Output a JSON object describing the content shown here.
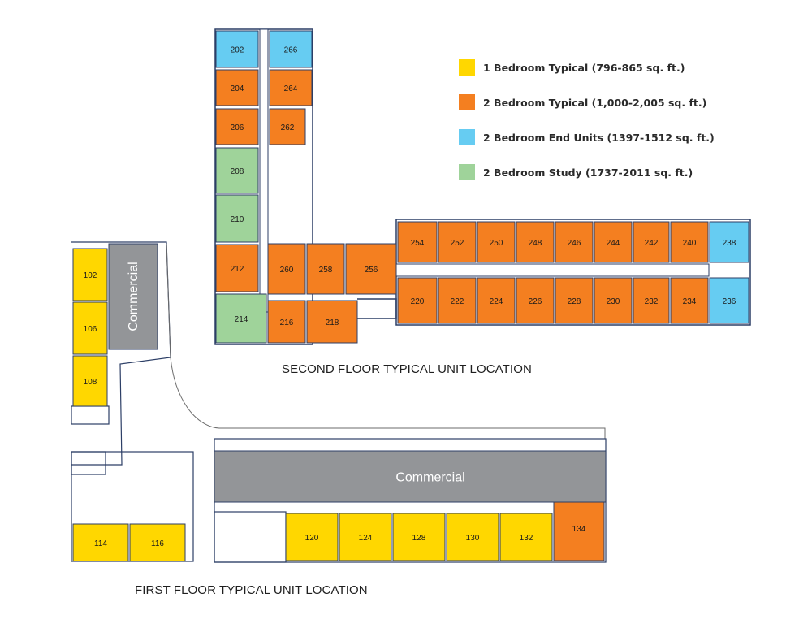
{
  "legend": [
    {
      "label": "1 Bedroom Typical (796-865 sq. ft.)",
      "color": "#ffd700"
    },
    {
      "label": "2 Bedroom Typical (1,000-2,005 sq. ft.)",
      "color": "#f47f20"
    },
    {
      "label": "2 Bedroom End Units (1397-1512 sq. ft.)",
      "color": "#66ccf2"
    },
    {
      "label": "2 Bedroom Study (1737-2011 sq. ft.)",
      "color": "#9fd39a"
    }
  ],
  "colors": {
    "one_bed": "#ffd700",
    "two_bed": "#f47f20",
    "end_unit": "#66ccf2",
    "study": "#9fd39a",
    "commercial": "#939598",
    "wall": "#2c3e66"
  },
  "second_floor": {
    "title": "SECOND FLOOR TYPICAL UNIT LOCATION",
    "units": [
      {
        "number": "202",
        "type": "end_unit"
      },
      {
        "number": "266",
        "type": "end_unit"
      },
      {
        "number": "204",
        "type": "two_bed"
      },
      {
        "number": "264",
        "type": "two_bed"
      },
      {
        "number": "206",
        "type": "two_bed"
      },
      {
        "number": "262",
        "type": "two_bed"
      },
      {
        "number": "208",
        "type": "study"
      },
      {
        "number": "210",
        "type": "study"
      },
      {
        "number": "212",
        "type": "two_bed"
      },
      {
        "number": "214",
        "type": "study"
      },
      {
        "number": "216",
        "type": "two_bed"
      },
      {
        "number": "218",
        "type": "two_bed"
      },
      {
        "number": "260",
        "type": "two_bed"
      },
      {
        "number": "258",
        "type": "two_bed"
      },
      {
        "number": "256",
        "type": "two_bed"
      },
      {
        "number": "254",
        "type": "two_bed"
      },
      {
        "number": "252",
        "type": "two_bed"
      },
      {
        "number": "250",
        "type": "two_bed"
      },
      {
        "number": "248",
        "type": "two_bed"
      },
      {
        "number": "246",
        "type": "two_bed"
      },
      {
        "number": "244",
        "type": "two_bed"
      },
      {
        "number": "242",
        "type": "two_bed"
      },
      {
        "number": "240",
        "type": "two_bed"
      },
      {
        "number": "238",
        "type": "end_unit"
      },
      {
        "number": "220",
        "type": "two_bed"
      },
      {
        "number": "222",
        "type": "two_bed"
      },
      {
        "number": "224",
        "type": "two_bed"
      },
      {
        "number": "226",
        "type": "two_bed"
      },
      {
        "number": "228",
        "type": "two_bed"
      },
      {
        "number": "230",
        "type": "two_bed"
      },
      {
        "number": "232",
        "type": "two_bed"
      },
      {
        "number": "234",
        "type": "two_bed"
      },
      {
        "number": "236",
        "type": "end_unit"
      }
    ]
  },
  "first_floor": {
    "title": "FIRST FLOOR TYPICAL UNIT LOCATION",
    "commercial_label": "Commercial",
    "units": [
      {
        "number": "102",
        "type": "one_bed"
      },
      {
        "number": "106",
        "type": "one_bed"
      },
      {
        "number": "108",
        "type": "one_bed"
      },
      {
        "number": "114",
        "type": "one_bed"
      },
      {
        "number": "116",
        "type": "one_bed"
      },
      {
        "number": "120",
        "type": "one_bed"
      },
      {
        "number": "124",
        "type": "one_bed"
      },
      {
        "number": "128",
        "type": "one_bed"
      },
      {
        "number": "130",
        "type": "one_bed"
      },
      {
        "number": "132",
        "type": "one_bed"
      },
      {
        "number": "134",
        "type": "two_bed"
      }
    ]
  }
}
